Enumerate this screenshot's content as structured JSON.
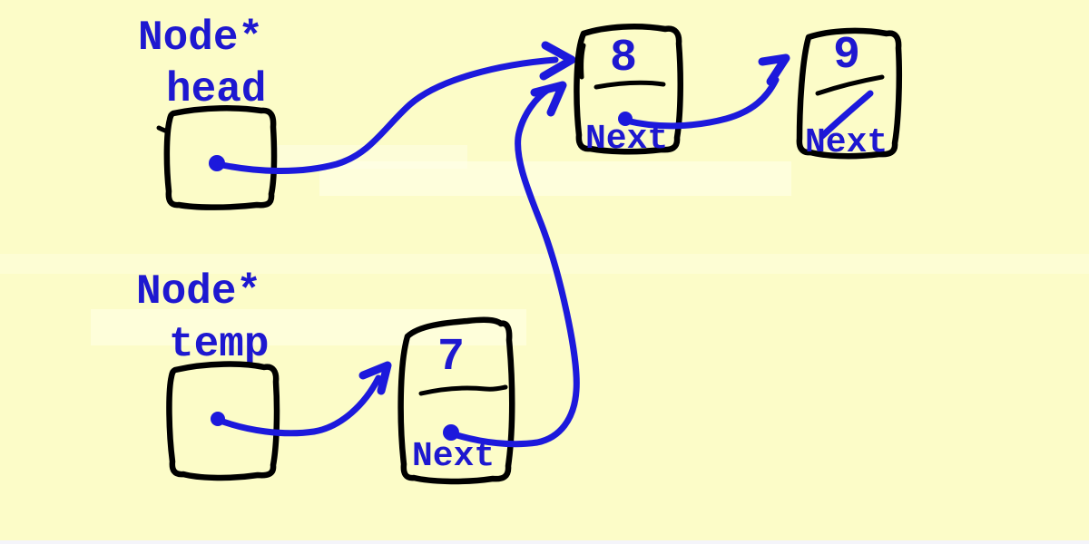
{
  "colors": {
    "background": "#FCFCC8",
    "ink": "#000000",
    "accent_blue": "#1C19DC",
    "bottom_strip": "#F4F4FA"
  },
  "pointers": {
    "head": {
      "type_label": "Node*",
      "name_label": "head",
      "points_to_node": "8"
    },
    "temp": {
      "type_label": "Node*",
      "name_label": "temp",
      "points_to_node": "7"
    }
  },
  "nodes": {
    "n7": {
      "value": "7",
      "next_label": "Next",
      "next_points_to": "8"
    },
    "n8": {
      "value": "8",
      "next_label": "Next",
      "next_points_to": "9"
    },
    "n9": {
      "value": "9",
      "next_label": "Next",
      "next_points_to": "NULL (slash)"
    }
  }
}
